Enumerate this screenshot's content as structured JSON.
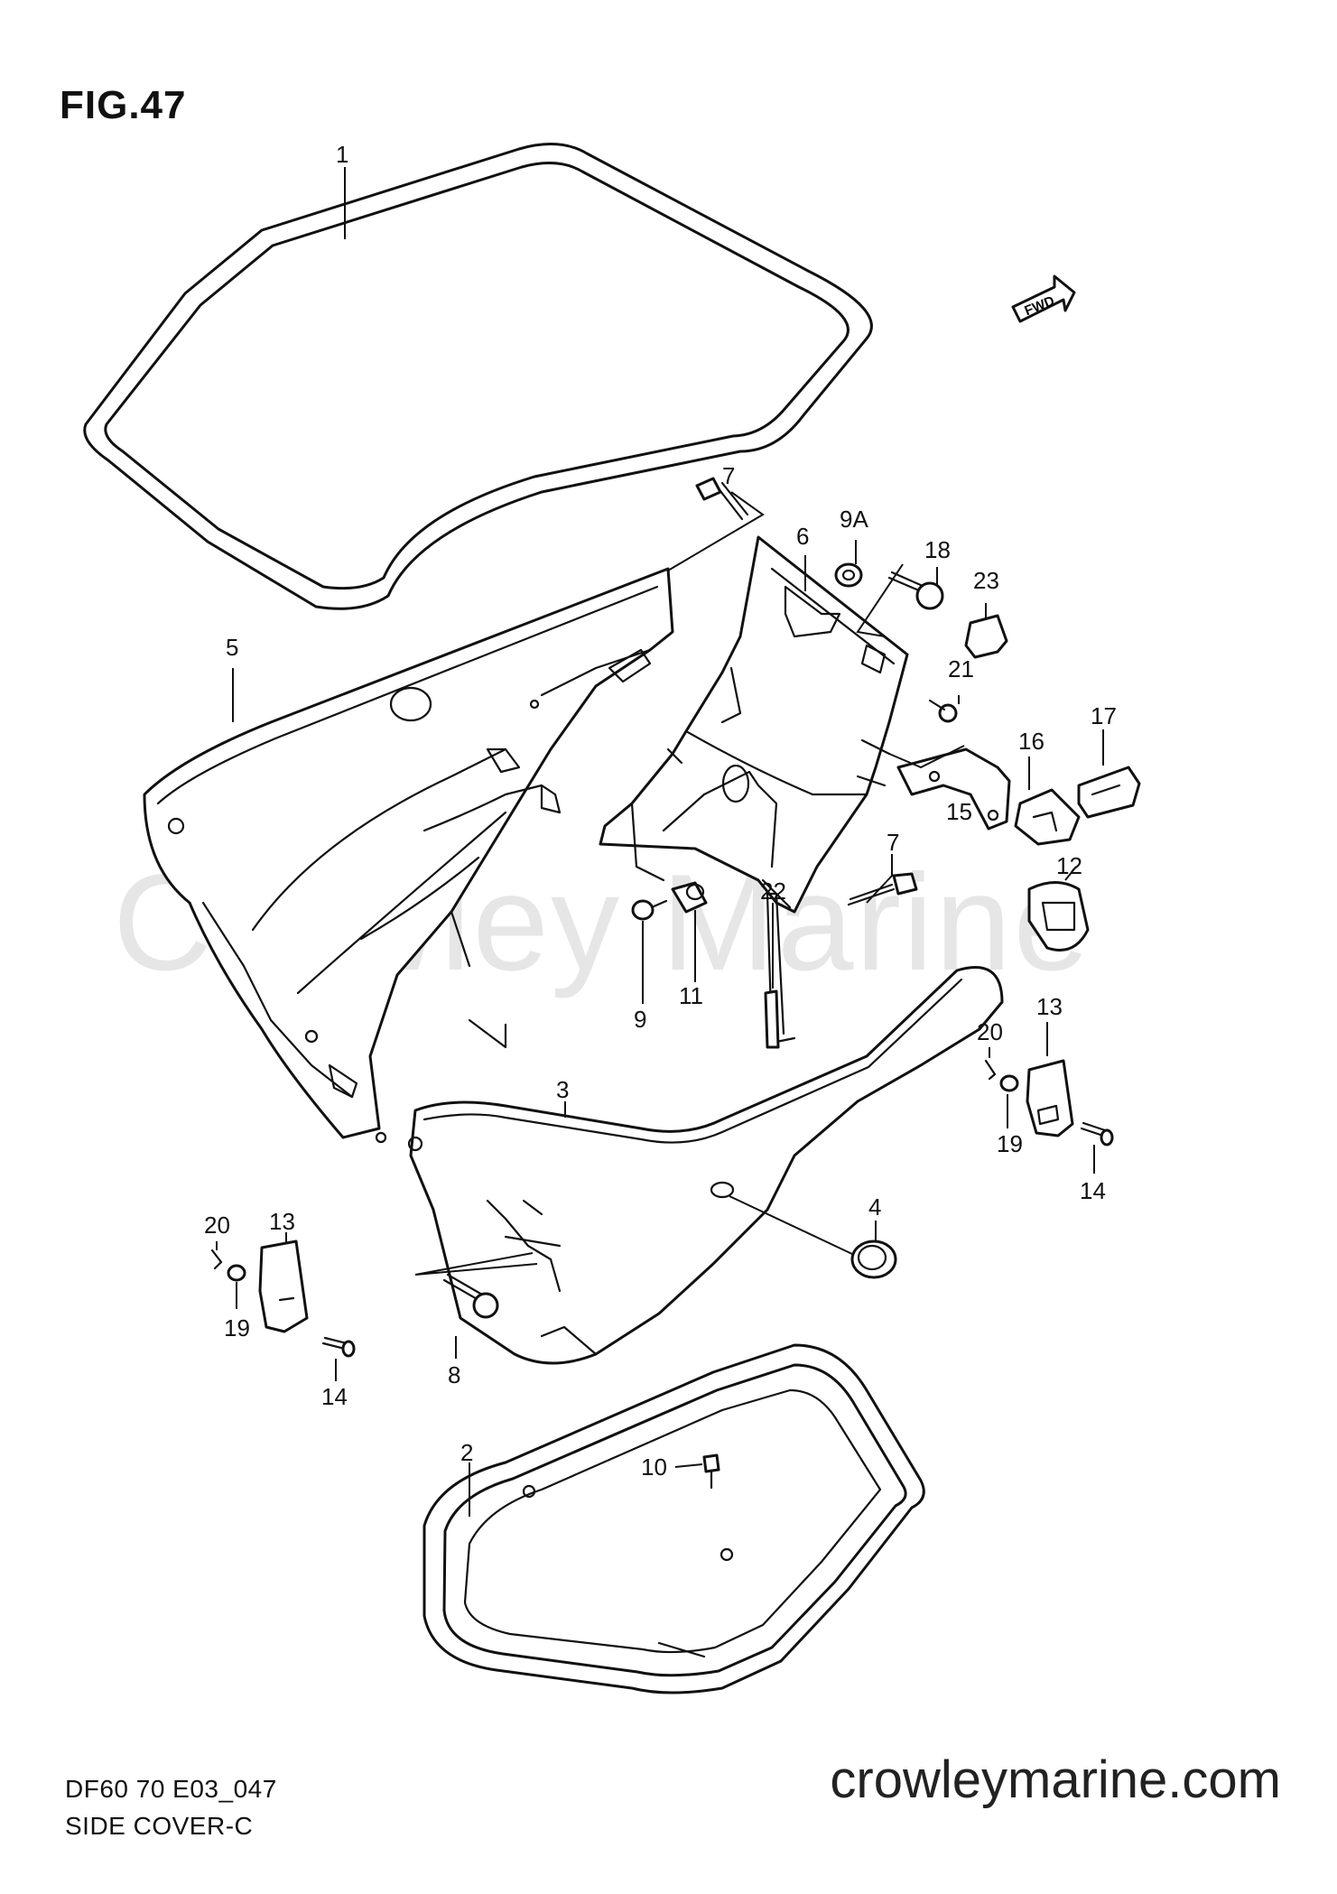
{
  "figure": {
    "title": "FIG.47",
    "model_code": "DF60 70 E03_047",
    "section_name": "SIDE COVER-C",
    "website": "crowleymarine.com",
    "watermark": "Crowley Marine",
    "fwd_label": "FWD"
  },
  "callouts": {
    "c1": "1",
    "c2": "2",
    "c3": "3",
    "c4": "4",
    "c5": "5",
    "c6": "6",
    "c7a": "7",
    "c7b": "7",
    "c8": "8",
    "c9": "9",
    "c9a": "9A",
    "c10": "10",
    "c11": "11",
    "c12": "12",
    "c13a": "13",
    "c13b": "13",
    "c14a": "14",
    "c14b": "14",
    "c15": "15",
    "c16": "16",
    "c17": "17",
    "c18": "18",
    "c19a": "19",
    "c19b": "19",
    "c20a": "20",
    "c20b": "20",
    "c21": "21",
    "c22": "22",
    "c23": "23"
  },
  "colors": {
    "line": "#111111",
    "watermark": "#e6e6e6"
  }
}
